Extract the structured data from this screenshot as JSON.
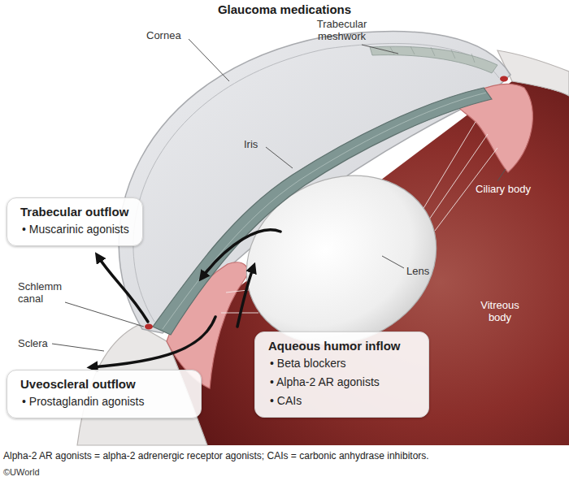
{
  "diagram": {
    "title": "Glaucoma medications",
    "caption": "Alpha-2 AR agonists = alpha-2 adrenergic receptor agonists; CAIs = carbonic anhydrase inhibitors.",
    "nodes": [
      {
        "text": [
          "Trabecular outflow",
          "• Muscarinic agonists"
        ]
      },
      {
        "text": [
          "Aqueous humor inflow",
          "• Beta blockers",
          "• Alpha-2 AR agonists",
          "• CAIs"
        ]
      },
      {
        "text": [
          "Uveoscleral outflow",
          "• Prostaglandin agonists"
        ]
      }
    ],
    "labels": [
      "Cornea",
      "Trabecular meshwork",
      "Iris",
      "Ciliary body",
      "Lens",
      "Schlemm canal",
      "Vitreous body",
      "Sclera",
      "©UWorld"
    ]
  }
}
